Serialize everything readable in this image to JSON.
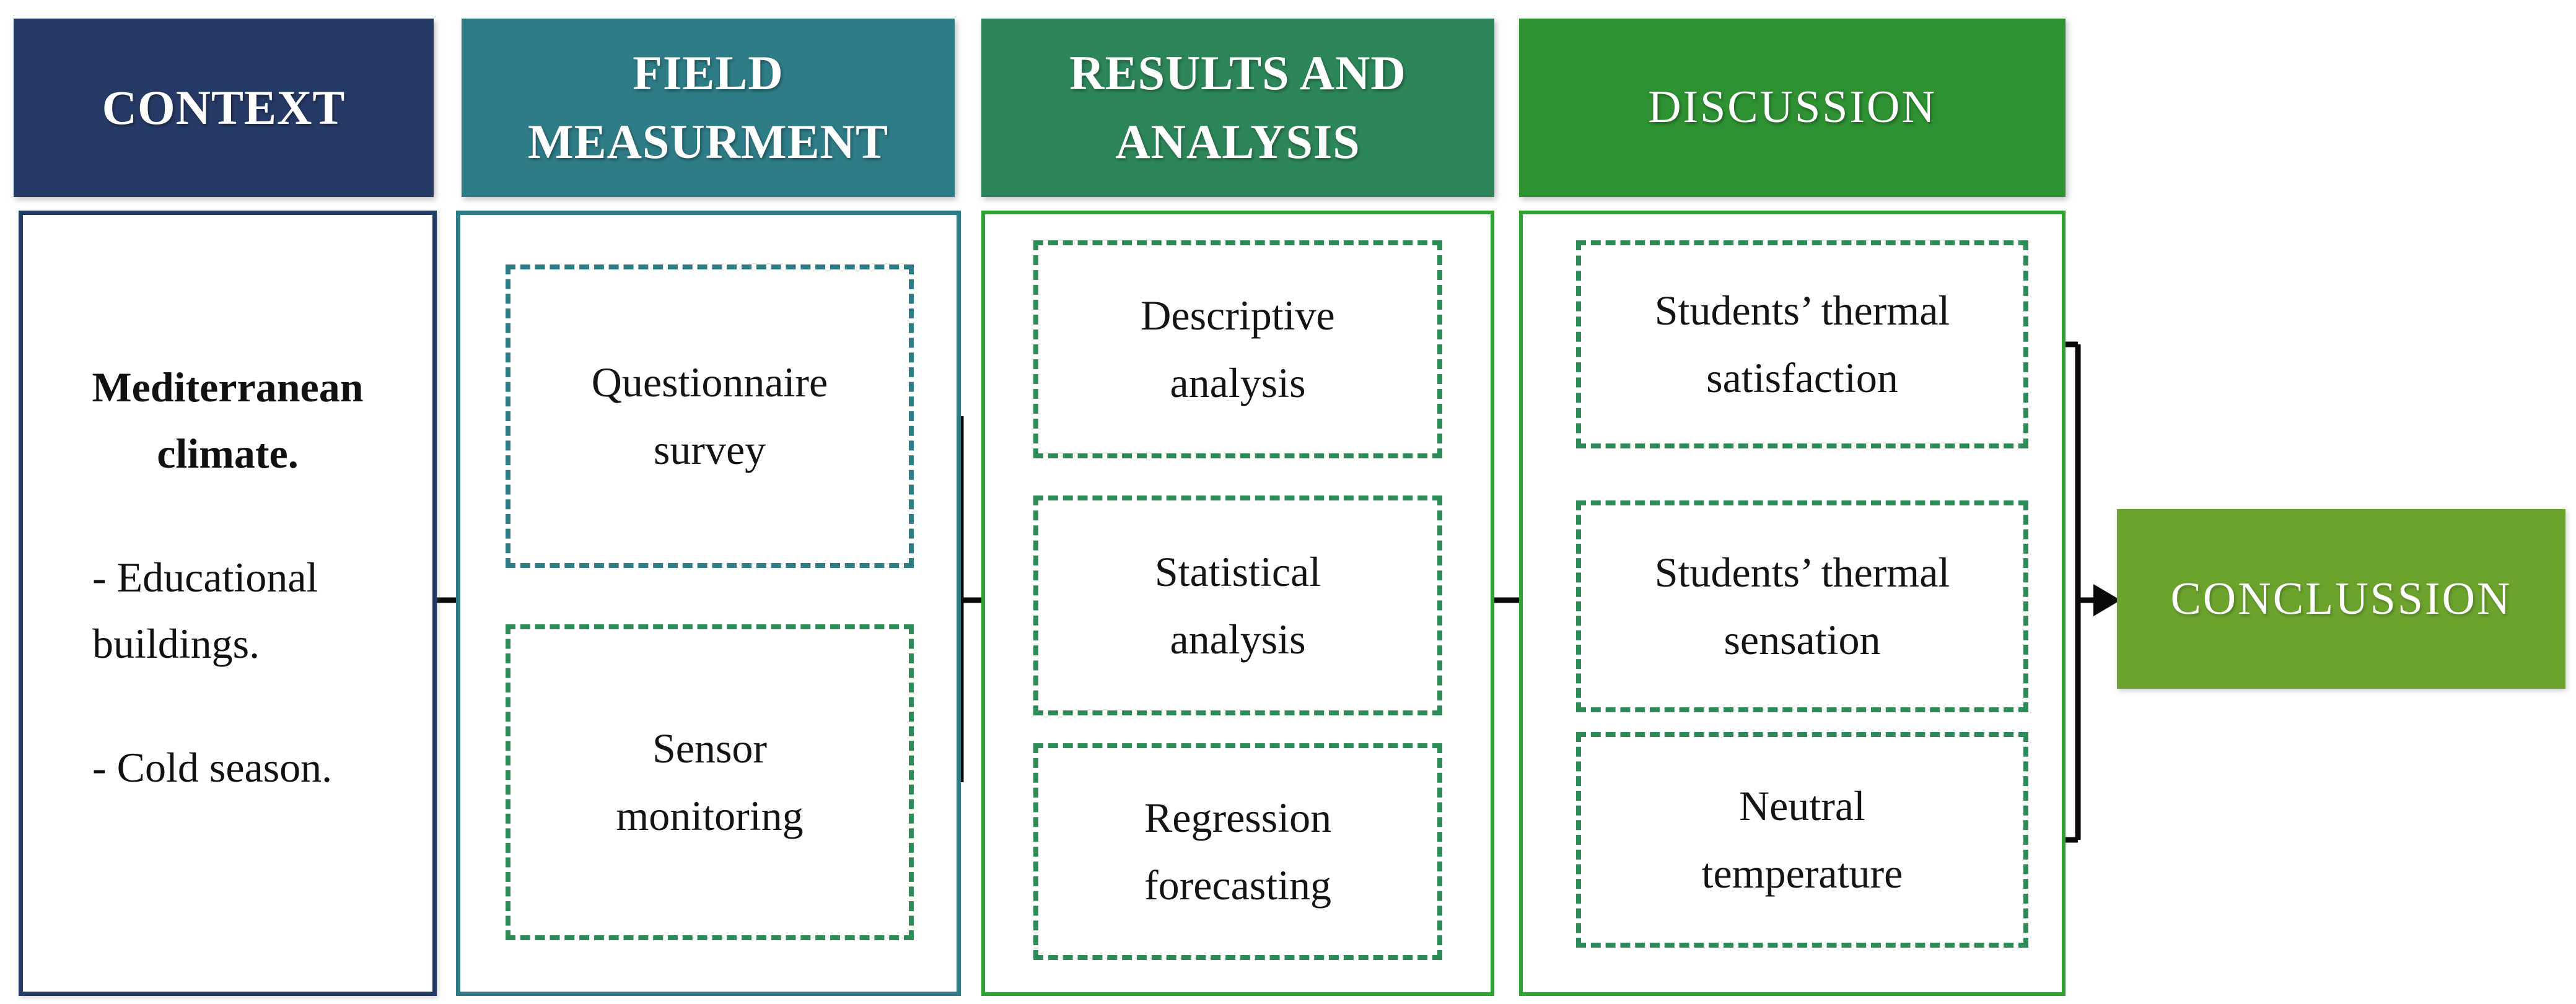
{
  "figure": {
    "type": "flowchart",
    "palette": {
      "context_navy": "#263A66",
      "field_teal": "#2E7C86",
      "results_sea_green": "#2D8659",
      "discussion_kelly_green": "#2E9132",
      "body_border_green": "#2FA32F",
      "dashed_sea_green": "#2E8B57",
      "conclusion_yellow_green": "#6CA32D",
      "connector_black": "#0A0A0A",
      "text_black": "#141414",
      "header_text_white": "#FFFFFF"
    },
    "columns": [
      {
        "id": "context",
        "header": {
          "label": "CONTEXT"
        },
        "content": {
          "paragraphs": [
            {
              "bold": true,
              "lines": [
                "Mediterranean",
                "climate."
              ]
            },
            {
              "bold": false,
              "lines": [
                "- Educational",
                "buildings."
              ]
            },
            {
              "bold": false,
              "lines": [
                "- Cold season."
              ]
            }
          ]
        }
      },
      {
        "id": "field-measurement",
        "header": {
          "lines": [
            "FIELD",
            "MEASURMENT"
          ]
        },
        "boxes": [
          {
            "id": "questionnaire-survey",
            "lines": [
              "Questionnaire",
              "survey"
            ]
          },
          {
            "id": "sensor-monitoring",
            "lines": [
              "Sensor",
              "monitoring"
            ]
          }
        ]
      },
      {
        "id": "results-and-analysis",
        "header": {
          "lines": [
            "RESULTS AND",
            "ANALYSIS"
          ]
        },
        "boxes": [
          {
            "id": "descriptive-analysis",
            "lines": [
              "Descriptive",
              "analysis"
            ]
          },
          {
            "id": "statistical-analysis",
            "lines": [
              "Statistical",
              "analysis"
            ]
          },
          {
            "id": "regression-forecasting",
            "lines": [
              "Regression",
              "forecasting"
            ]
          }
        ]
      },
      {
        "id": "discussion",
        "header": {
          "label": "DISCUSSION"
        },
        "boxes": [
          {
            "id": "students-thermal-satisfaction",
            "lines": [
              "Students’ thermal",
              "satisfaction"
            ]
          },
          {
            "id": "students-thermal-sensation",
            "lines": [
              "Students’ thermal",
              "sensation"
            ]
          },
          {
            "id": "neutral-temperature",
            "lines": [
              "Neutral",
              "temperature"
            ]
          }
        ]
      }
    ],
    "terminal": {
      "label": "CONCLUSSION"
    }
  }
}
